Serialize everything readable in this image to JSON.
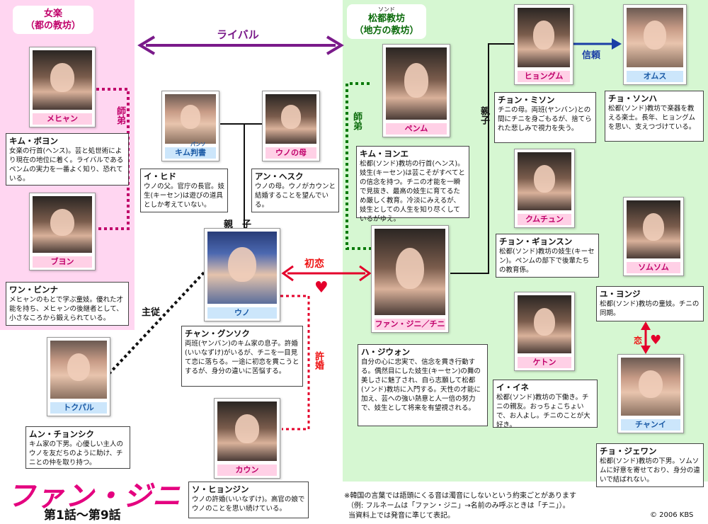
{
  "groups": {
    "court": {
      "title": "女楽",
      "subtitle": "（都の教坊）"
    },
    "songdo": {
      "ruby": "ソンド",
      "title": "松都教坊",
      "subtitle": "（地方の教坊）"
    }
  },
  "relations": {
    "rival": "ライバル",
    "first_love": "初恋",
    "trust": "信頼",
    "master_disciple_left": "師弟",
    "master_disciple_right": "師弟",
    "parent_child_top": "親　子",
    "parent_child_right": "親子",
    "servant": "主従",
    "engaged": "許婚",
    "love": "恋"
  },
  "characters": {
    "mehyang": {
      "role": "メヒャン",
      "actor": "キム・ボヨン",
      "desc": "女楽の行首(ヘンス)。芸と処世術により現在の地位に着く。ライバルであるペンムの実力を一番よく知り、恐れている。"
    },
    "buyon": {
      "role": "ブヨン",
      "actor": "ワン・ビンナ",
      "desc": "メヒャンのもとで学ぶ童妓。優れた才能を持ち、メヒャンの後継者として、小さなころから鍛えられている。"
    },
    "kim": {
      "role_ruby": "パンソ",
      "role": "キム判書",
      "actor": "イ・ヒド",
      "desc": "ウノの父。官庁の長官。妓生(キーセン)は遊びの道具としか考えていない。"
    },
    "uno_mother": {
      "role": "ウノの母",
      "actor": "アン・ヘスク",
      "desc": "ウノの母。ウノがカウンと結婚することを望んでいる。"
    },
    "uno": {
      "role": "ウノ",
      "actor": "チャン・グンソク",
      "desc": "両班(ヤンバン)のキム家の息子。許婚(いいなずけ)がいるが、チニを一目見て恋に落ちる。一途に初恋を貫こうとするが、身分の違いに苦悩する。"
    },
    "tokbal": {
      "role": "トクパル",
      "actor": "ムン・チョンシク",
      "desc": "キム家の下男。心優しい主人のウノを友だちのように助け、チニとの仲を取り持つ。"
    },
    "kaun": {
      "role": "カウン",
      "actor": "ソ・ヒョンジン",
      "desc": "ウノの許婚(いいなずけ)。高官の娘でウノのことを思い続けている。"
    },
    "penmu": {
      "role": "ペンム",
      "actor": "キム・ヨンエ",
      "desc": "松都(ソンド)教坊の行首(ヘンス)。妓生(キーセン)は芸こそがすべてとの信念を持つ。チニの才能を一瞬で見抜き、最高の妓生に育てるため厳しく教育。冷淡にみえるが、妓生としての人生を知り尽くしているがゆえ。"
    },
    "jini": {
      "role": "ファン・ジニ／チニ",
      "actor": "ハ・ジウォン",
      "desc": "自分の心に忠実で、信念を貫き行動する。偶然目にした妓生(キーセン)の舞の美しさに魅了され、自ら志願して松都(ソンド)教坊に入門する。天性の才能に加え、芸への強い熱意と人一倍の努力で、妓生として将来を有望視される。"
    },
    "hyongum": {
      "role": "ヒョングム",
      "actor": "チョン・ミソン",
      "desc": "チニの母。両班(ヤンバン)との間にチニを身ごもるが、捨てられた悲しみで視力を失う。"
    },
    "omusu": {
      "role": "オムス",
      "actor": "チョ・ソンハ",
      "desc": "松都(ソンド)教坊で楽器を教える楽士。長年、ヒョングムを思い、支えつづけている。"
    },
    "kumchun": {
      "role": "クムチュン",
      "actor": "チョン・ギョンスン",
      "desc": "松都(ソンド)教坊の妓生(キーセン)。ペンムの部下で後輩たちの教育係。"
    },
    "somsom": {
      "role": "ソムソム",
      "actor": "ユ・ヨンジ",
      "desc": "松都(ソンド)教坊の童妓。チニの同期。"
    },
    "ketton": {
      "role": "ケトン",
      "actor": "イ・イネ",
      "desc": "松都(ソンド)教坊の下働き。チニの親友。おっちょこちょいで、お人よし。チニのことが大好き。"
    },
    "chani": {
      "role": "チャンイ",
      "actor": "チョ・ジェワン",
      "desc": "松都(ソンド)教坊の下男。ソムソムに好意を寄せており、身分の違いで結ばれない。"
    }
  },
  "logo": "ファン・ジニ",
  "episodes": "第1話～第9話",
  "note": [
    "※韓国の言葉では語頭にくる音は濁音にしないという約束ごとがあります",
    "（例: フルネームは「ファン・ジニ」→名前のみ呼ぶときは「チニ」）。",
    "当資料上では発音に準じて表記。"
  ],
  "copyright": "© 2006 KBS",
  "colors": {
    "pink_region": "#ffd6f1",
    "green_region": "#d6f7d2",
    "rival": "#7a1a8a",
    "love": "#e4002b",
    "trust": "#1a3ea6",
    "disciple_left": "#c0006a",
    "disciple_right": "#0a7a0a"
  }
}
